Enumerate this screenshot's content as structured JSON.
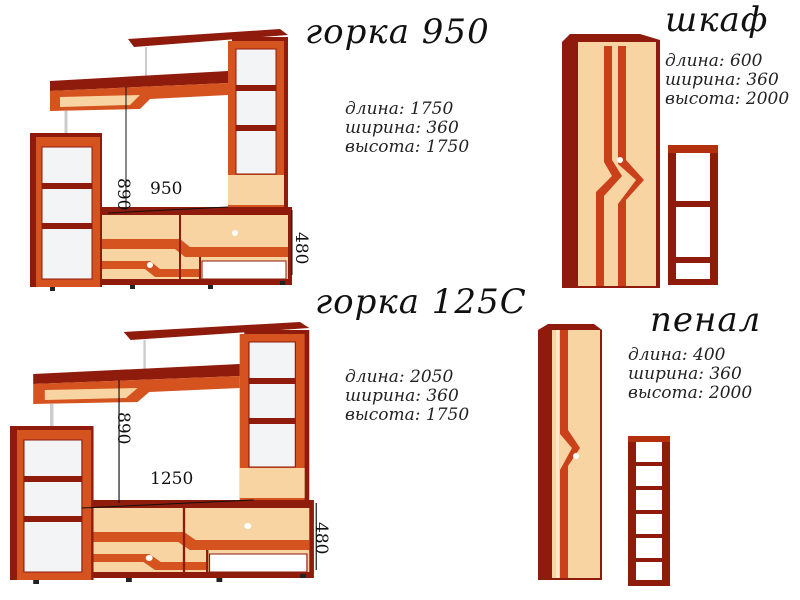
{
  "products": [
    {
      "name": "горка 950",
      "specs": [
        "длина:  1750",
        "ширина: 360",
        "высота: 1750"
      ],
      "dims": {
        "height": "890",
        "width": "950",
        "depth": "480"
      }
    },
    {
      "name": "шкаф",
      "specs": [
        "длина:  600",
        "ширина: 360",
        "высота: 2000"
      ]
    },
    {
      "name": "горка 125С",
      "specs": [
        "длина:  2050",
        "ширина: 360",
        "высота: 1750"
      ],
      "dims": {
        "height": "890",
        "width": "1250",
        "depth": "480"
      }
    },
    {
      "name": "пенал",
      "specs": [
        "длина:  400",
        "ширина: 360",
        "высота: 2000"
      ]
    }
  ],
  "colors": {
    "dark": "#8e1b0c",
    "accent": "#d5531f",
    "wood": "#f7d4a2",
    "glass": "#f2f4f6"
  }
}
